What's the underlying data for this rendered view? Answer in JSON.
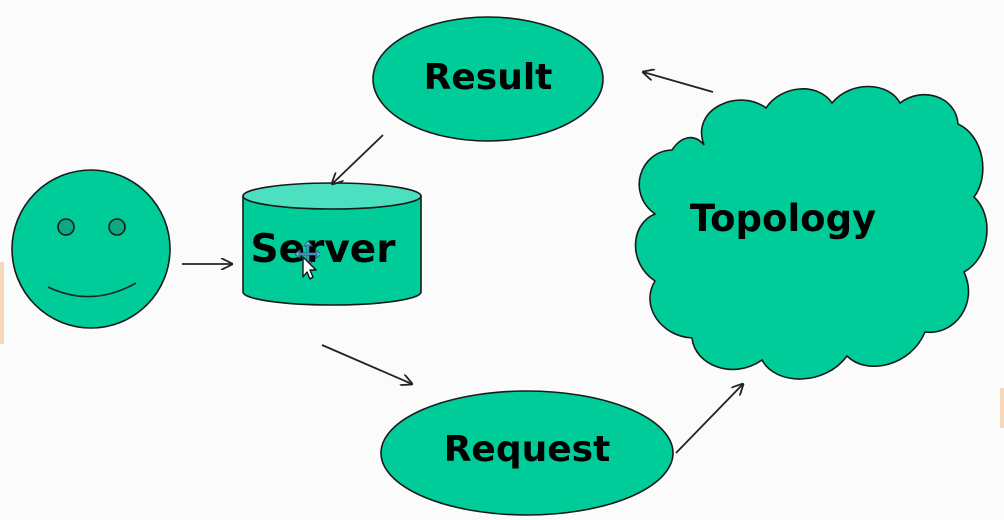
{
  "nodes": {
    "result": "Result",
    "server": "Server",
    "request": "Request",
    "topology": "Topology"
  },
  "colors": {
    "node_fill": "#00cc99",
    "node_top": "#4de0c0",
    "stroke": "#1a1a1a",
    "background": "#fbfbfb"
  },
  "icons": [
    "smiley-face-icon",
    "database-cylinder-icon",
    "cloud-shape-icon",
    "move-cursor-icon"
  ]
}
